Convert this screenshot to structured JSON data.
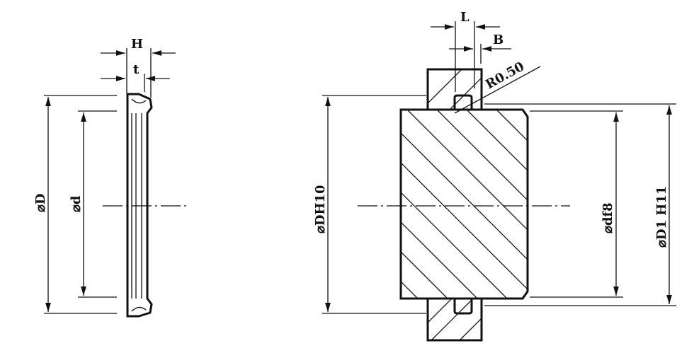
{
  "seal_view": {
    "dim_H": "H",
    "dim_t": "t",
    "dim_outer_diameter": "⌀D",
    "dim_inner_diameter": "⌀d"
  },
  "installation_view": {
    "dim_L": "L",
    "dim_B": "B",
    "dim_radius": "R0.50",
    "dim_bore": "⌀DH10",
    "dim_rod": "⌀df8",
    "dim_groove": "⌀D1 H11"
  },
  "colors": {
    "line": "#111111",
    "background": "#ffffff"
  }
}
